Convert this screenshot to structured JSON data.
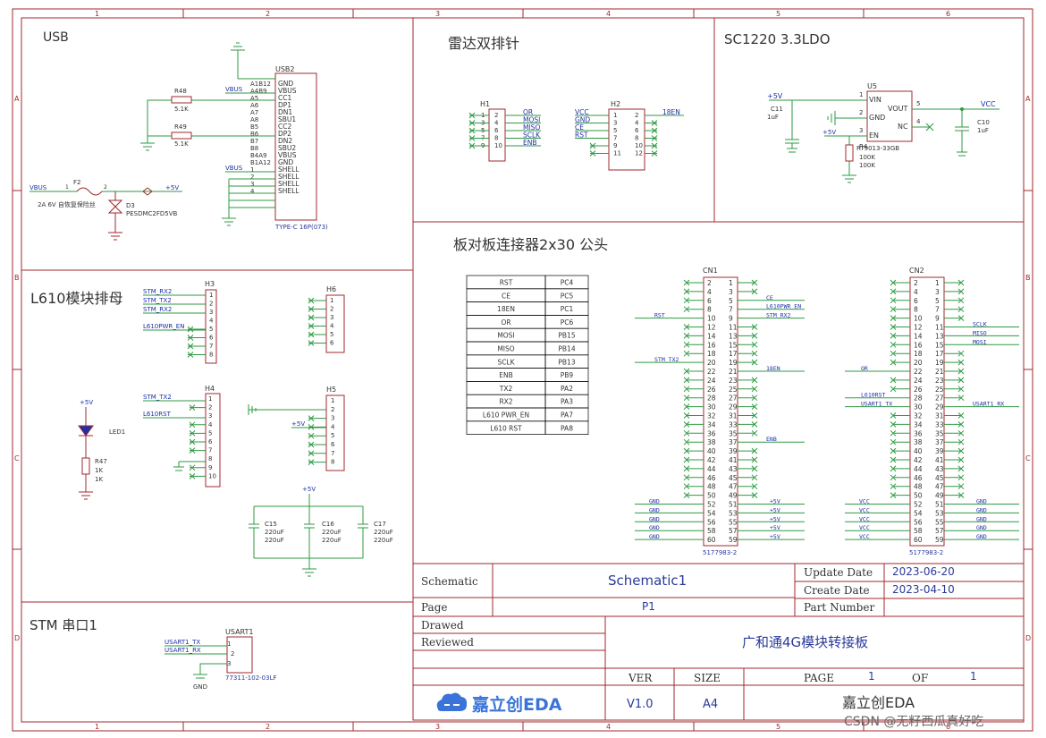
{
  "colors": {
    "frame": "#a0282f",
    "wire": "#2e9a42",
    "net": "#1f2fa8",
    "text": "#333333",
    "title_blue": "#2a3a9a",
    "comp": "#a0282f"
  },
  "border": {
    "cols": [
      "1",
      "2",
      "3",
      "4",
      "5",
      "6"
    ],
    "rows": [
      "A",
      "B",
      "C",
      "D"
    ]
  },
  "sections": {
    "usb": "USB",
    "radar": "雷达双排针",
    "ldo": "SC1220 3.3LDO",
    "l610": "L610模块排母",
    "stm_uart": "STM 串口1",
    "board": "板对板连接器2x30 公头"
  },
  "usb": {
    "ref": "USB2",
    "part": "TYPE-C 16P(073)",
    "pins": [
      "GND",
      "VBUS",
      "CC1",
      "DP1",
      "DN1",
      "SBU1",
      "CC2",
      "DP2",
      "DN2",
      "SBU2",
      "VBUS",
      "GND",
      "SHELL",
      "SHELL",
      "SHELL",
      "SHELL"
    ],
    "pin_ids": [
      "A1B12",
      "A4B9",
      "A5",
      "A6",
      "A7",
      "A8",
      "B5",
      "B6",
      "B7",
      "B8",
      "B4A9",
      "B1A12",
      "1",
      "2",
      "3",
      "4"
    ],
    "r48": "R48",
    "r48_val": "5.1K",
    "r49": "R49",
    "r49_val": "5.1K",
    "vbus": "VBUS",
    "vbus2": "VBUS",
    "vbus3": "VBUS",
    "f2": "F2",
    "f2_desc": "2A 6V 自恢复保险丝",
    "d3": "D3",
    "d3_part": "PESDMC2FD5VB",
    "p5v": "+5V",
    "pin1": "1",
    "pin2": "2"
  },
  "radar": {
    "h1": "H1",
    "h2": "H2",
    "h1_nets": [
      "OR",
      "MOSI",
      "MISO",
      "SCLK",
      "ENB"
    ],
    "h2_nets": [
      "VCC",
      "GND",
      "CE",
      "RST"
    ],
    "h2_net_right": "18EN",
    "odd": [
      "1",
      "3",
      "5",
      "7",
      "9",
      "11"
    ],
    "even": [
      "2",
      "4",
      "6",
      "8",
      "10",
      "12"
    ]
  },
  "ldo": {
    "u5": "U5",
    "part": "RT9013-33GB",
    "p5v": "+5V",
    "p5v2": "+5V",
    "vcc": "VCC",
    "pin_vin": "VIN",
    "pin_gnd": "GND",
    "pin_en": "EN",
    "pin_vout": "VOUT",
    "pin_nc": "NC",
    "n1": "1",
    "n2": "2",
    "n3": "3",
    "n5": "5",
    "n4": "4",
    "c11": "C11",
    "c11v": "1uF",
    "c10": "C10",
    "c10v": "1uF",
    "r": "R4",
    "r100a": "100K",
    "r100b": "100K"
  },
  "l610": {
    "h3": "H3",
    "h6": "H6",
    "h4": "H4",
    "h5": "H5",
    "h3_nets": [
      "STM_RX2",
      "STM_TX2",
      "STM_RX2",
      "L610PWR_EN"
    ],
    "h4_nets": [
      "STM_TX2",
      "L610RST"
    ],
    "p5v": "+5V",
    "led": "LED1",
    "r47": "R47",
    "r47a": "1K",
    "r47b": "1K",
    "h5_net": "+5V",
    "c15": "C15",
    "c15a": "220uF",
    "c15b": "220uF",
    "c16": "C16",
    "c16a": "220uF",
    "c16b": "220uF",
    "c17": "C17",
    "c17a": "220uF",
    "c17b": "220uF",
    "cap_5v": "+5V"
  },
  "stm": {
    "ref": "USART1",
    "part": "77311-102-03LF",
    "tx": "USART1_TX",
    "rx": "USART1_RX",
    "gnd": "GND",
    "p1": "1",
    "p2": "2",
    "p3": "3"
  },
  "pin_table": [
    [
      "RST",
      "PC4"
    ],
    [
      "CE",
      "PC5"
    ],
    [
      "18EN",
      "PC1"
    ],
    [
      "OR",
      "PC6"
    ],
    [
      "MOSI",
      "PB15"
    ],
    [
      "MISO",
      "PB14"
    ],
    [
      "SCLK",
      "PB13"
    ],
    [
      "ENB",
      "PB9"
    ],
    [
      "TX2",
      "PA2"
    ],
    [
      "RX2",
      "PA3"
    ],
    [
      "L610 PWR_EN",
      "PA7"
    ],
    [
      "L610 RST",
      "PA8"
    ]
  ],
  "cn1": {
    "ref": "CN1",
    "part": "5177983-2",
    "left_nets": {
      "5": "RST",
      "10": "STM_TX2"
    },
    "right_nets": {
      "3": "CE",
      "4": "L610PWR_EN",
      "5": "STM_RX2",
      "11": "18EN",
      "19": "ENB"
    },
    "gnd": "GND",
    "p5v": "+5V"
  },
  "cn2": {
    "ref": "CN2",
    "part": "5177983-2",
    "left_nets": {
      "11": "OR",
      "14": "L610RST",
      "15": "USART1_TX"
    },
    "right_nets": {
      "6": "SCLK",
      "7": "MISO",
      "8": "MOSI",
      "15": "USART1_RX"
    },
    "vcc": "VCC",
    "gnd": "GND"
  },
  "title_block": {
    "schematic_label": "Schematic",
    "schematic": "Schematic1",
    "update_label": "Update Date",
    "update": "2023-06-20",
    "create_label": "Create Date",
    "create": "2023-04-10",
    "page_label": "Page",
    "page": "P1",
    "part_label": "Part Number",
    "part": "",
    "drawed_label": "Drawed",
    "reviewed_label": "Reviewed",
    "title": "广和通4G模块转接板",
    "ver_label": "VER",
    "ver": "V1.0",
    "size_label": "SIZE",
    "size": "A4",
    "pg_label": "PAGE",
    "pg": "1",
    "of_label": "OF",
    "of": "1",
    "company": "嘉立创EDA",
    "logo": "嘉立创EDA"
  },
  "watermark": "CSDN @无籽西瓜真好吃"
}
